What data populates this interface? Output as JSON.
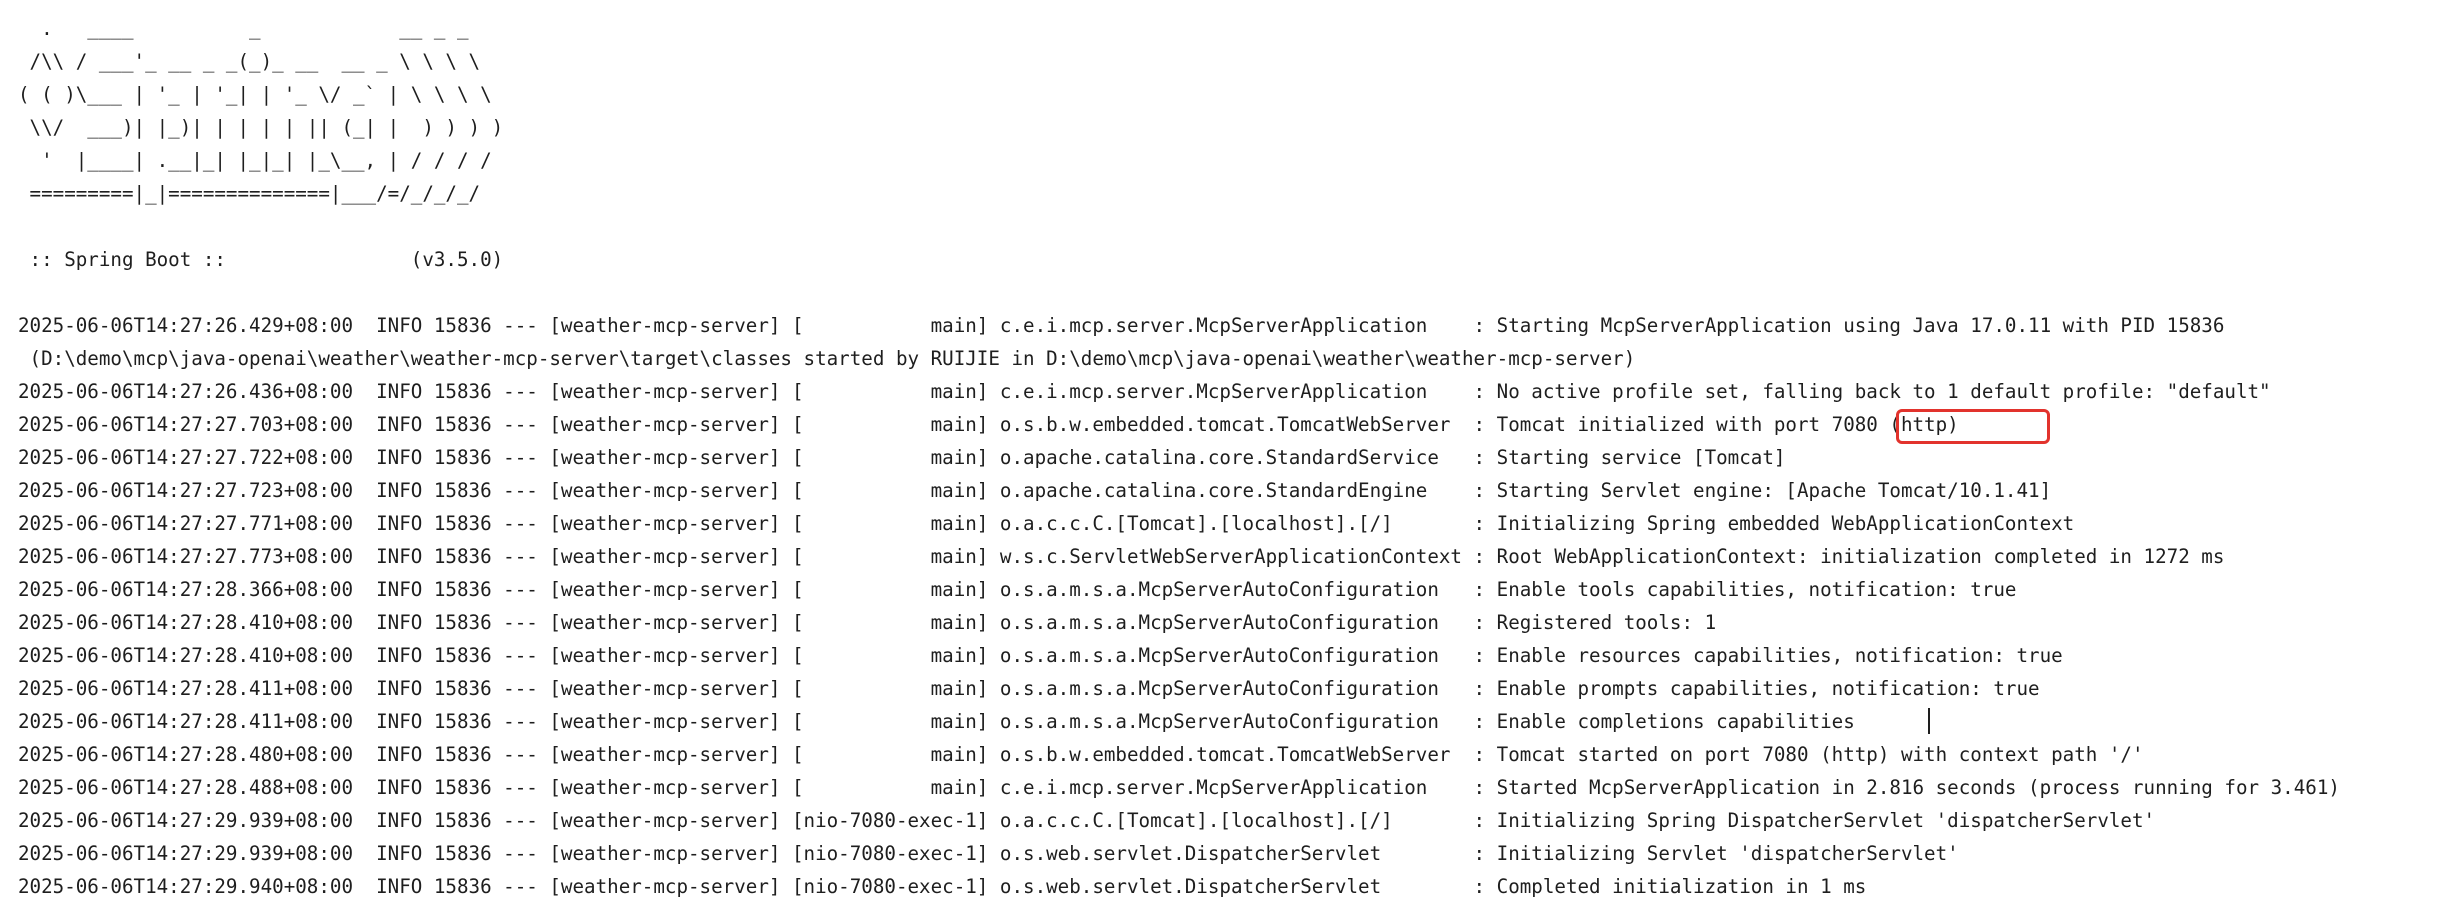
{
  "banner": [
    "  .   ____          _            __ _ _",
    " /\\\\ / ___'_ __ _ _(_)_ __  __ _ \\ \\ \\ \\",
    "( ( )\\___ | '_ | '_| | '_ \\/ _` | \\ \\ \\ \\",
    " \\\\/  ___)| |_)| | | | | || (_| |  ) ) ) )",
    "  '  |____| .__|_| |_|_| |_\\__, | / / / /",
    " =========|_|==============|___/=/_/_/_/"
  ],
  "spring_boot_line": " :: Spring Boot ::                (v3.5.0)",
  "log_lines": [
    "2025-06-06T14:27:26.429+08:00  INFO 15836 --- [weather-mcp-server] [           main] c.e.i.mcp.server.McpServerApplication    : Starting McpServerApplication using Java 17.0.11 with PID 15836",
    " (D:\\demo\\mcp\\java-openai\\weather\\weather-mcp-server\\target\\classes started by RUIJIE in D:\\demo\\mcp\\java-openai\\weather\\weather-mcp-server)",
    "2025-06-06T14:27:26.436+08:00  INFO 15836 --- [weather-mcp-server] [           main] c.e.i.mcp.server.McpServerApplication    : No active profile set, falling back to 1 default profile: \"default\"",
    "2025-06-06T14:27:27.703+08:00  INFO 15836 --- [weather-mcp-server] [           main] o.s.b.w.embedded.tomcat.TomcatWebServer  : Tomcat initialized with port 7080 (http)",
    "2025-06-06T14:27:27.722+08:00  INFO 15836 --- [weather-mcp-server] [           main] o.apache.catalina.core.StandardService   : Starting service [Tomcat]",
    "2025-06-06T14:27:27.723+08:00  INFO 15836 --- [weather-mcp-server] [           main] o.apache.catalina.core.StandardEngine    : Starting Servlet engine: [Apache Tomcat/10.1.41]",
    "2025-06-06T14:27:27.771+08:00  INFO 15836 --- [weather-mcp-server] [           main] o.a.c.c.C.[Tomcat].[localhost].[/]       : Initializing Spring embedded WebApplicationContext",
    "2025-06-06T14:27:27.773+08:00  INFO 15836 --- [weather-mcp-server] [           main] w.s.c.ServletWebServerApplicationContext : Root WebApplicationContext: initialization completed in 1272 ms",
    "2025-06-06T14:27:28.366+08:00  INFO 15836 --- [weather-mcp-server] [           main] o.s.a.m.s.a.McpServerAutoConfiguration   : Enable tools capabilities, notification: true",
    "2025-06-06T14:27:28.410+08:00  INFO 15836 --- [weather-mcp-server] [           main] o.s.a.m.s.a.McpServerAutoConfiguration   : Registered tools: 1",
    "2025-06-06T14:27:28.410+08:00  INFO 15836 --- [weather-mcp-server] [           main] o.s.a.m.s.a.McpServerAutoConfiguration   : Enable resources capabilities, notification: true",
    "2025-06-06T14:27:28.411+08:00  INFO 15836 --- [weather-mcp-server] [           main] o.s.a.m.s.a.McpServerAutoConfiguration   : Enable prompts capabilities, notification: true",
    "2025-06-06T14:27:28.411+08:00  INFO 15836 --- [weather-mcp-server] [           main] o.s.a.m.s.a.McpServerAutoConfiguration   : Enable completions capabilities",
    "2025-06-06T14:27:28.480+08:00  INFO 15836 --- [weather-mcp-server] [           main] o.s.b.w.embedded.tomcat.TomcatWebServer  : Tomcat started on port 7080 (http) with context path '/'",
    "2025-06-06T14:27:28.488+08:00  INFO 15836 --- [weather-mcp-server] [           main] c.e.i.mcp.server.McpServerApplication    : Started McpServerApplication in 2.816 seconds (process running for 3.461)",
    "2025-06-06T14:27:29.939+08:00  INFO 15836 --- [weather-mcp-server] [nio-7080-exec-1] o.a.c.c.C.[Tomcat].[localhost].[/]       : Initializing Spring DispatcherServlet 'dispatcherServlet'",
    "2025-06-06T14:27:29.939+08:00  INFO 15836 --- [weather-mcp-server] [nio-7080-exec-1] o.s.web.servlet.DispatcherServlet        : Initializing Servlet 'dispatcherServlet'",
    "2025-06-06T14:27:29.940+08:00  INFO 15836 --- [weather-mcp-server] [nio-7080-exec-1] o.s.web.servlet.DispatcherServlet        : Completed initialization in 1 ms"
  ],
  "highlight_color": "#e2332d"
}
